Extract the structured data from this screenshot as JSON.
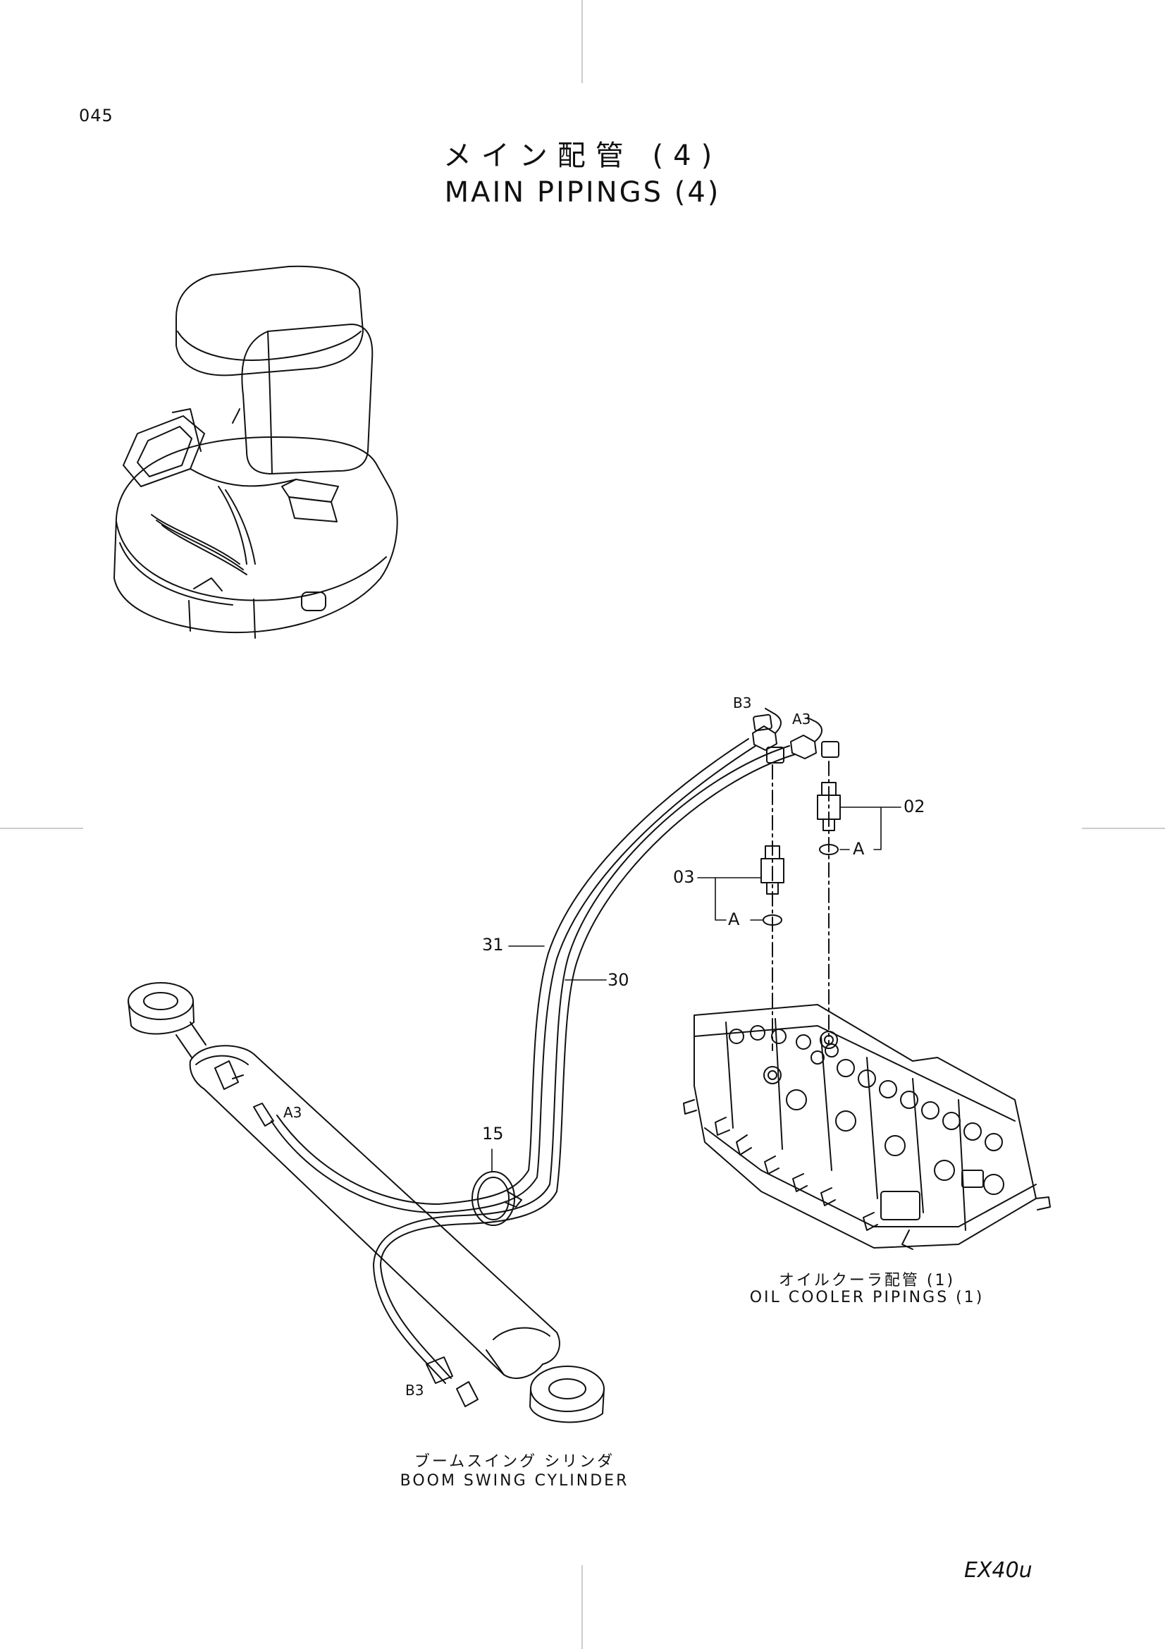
{
  "page": {
    "number": "045",
    "model": "EX40u"
  },
  "title": {
    "jp": "メイン配管 (4)",
    "en": "MAIN PIPINGS (4)"
  },
  "parts": {
    "p02": "02",
    "p03": "03",
    "p30": "30",
    "p31": "31",
    "p15": "15"
  },
  "ports": {
    "a3_top": "A3",
    "b3_top": "B3",
    "a3_cyl": "A3",
    "b3_cyl": "B3",
    "a_left": "A",
    "a_right": "A"
  },
  "references": {
    "oil_cooler_jp": "オイルクーラ配管 (1)",
    "oil_cooler_en": "OIL COOLER PIPINGS (1)",
    "cylinder_jp": "ブームスイング シリンダ",
    "cylinder_en": "BOOM SWING CYLINDER"
  }
}
